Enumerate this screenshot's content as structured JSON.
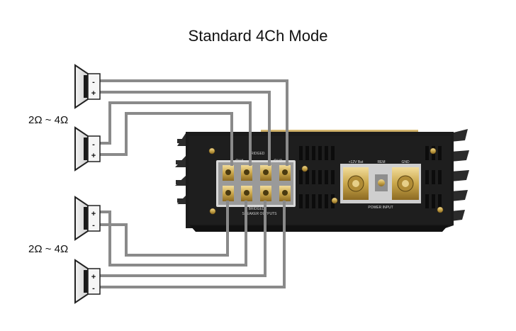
{
  "title": "Standard 4Ch Mode",
  "impedance_labels": [
    "2Ω ~ 4Ω",
    "2Ω ~ 4Ω"
  ],
  "amplifier": {
    "channel_labels": [
      "CH1",
      "CH2"
    ],
    "bridged_top_label": "BRIDGED",
    "bridged_bottom_label": "BRIDGED",
    "speaker_outputs_label": "SPEAKER OUTPUTS",
    "power_labels": [
      "+12V Bat",
      "REM",
      "GND"
    ],
    "power_input_label": "POWER INPUT"
  },
  "speakers": [
    {
      "polarity": [
        "-",
        "+"
      ]
    },
    {
      "polarity": [
        "-",
        "+"
      ]
    },
    {
      "polarity": [
        "+",
        "-"
      ]
    },
    {
      "polarity": [
        "+",
        "-"
      ]
    }
  ],
  "colors": {
    "chassis": "#1a1a1a",
    "fins": "#2b2b2b",
    "gold": "#c9a64a",
    "wire": "#8a8a8a"
  }
}
